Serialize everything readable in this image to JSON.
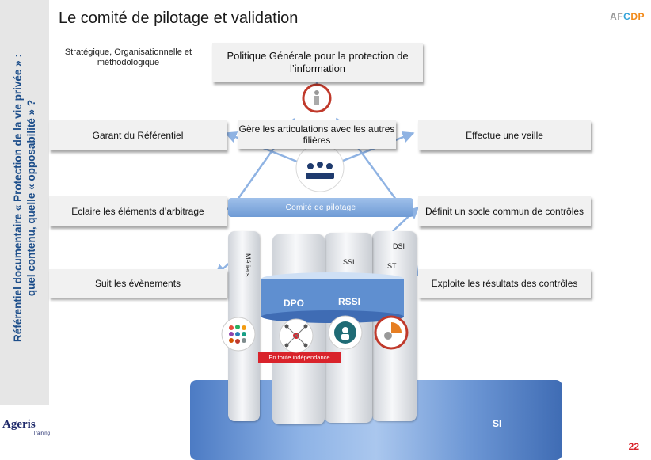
{
  "slide": {
    "title": "Le comité de pilotage et validation",
    "side_title_line1": "Référentiel documentaire « Protection de la vie privée » :",
    "side_title_line2": "quel contenu, quelle « opposabilité » ?",
    "logo_top": {
      "part1": "AF",
      "part2": "C",
      "part3": "DP"
    },
    "logo_bottom": {
      "name": "Ageris",
      "sub": "Training"
    },
    "page_number": "22"
  },
  "left_items": {
    "strategique": "Stratégique,  Organisationnelle et méthodologique",
    "garant": "Garant du Référentiel",
    "eclaire": "Eclaire les éléments d’arbitrage",
    "suit": "Suit les évènements"
  },
  "center": {
    "politique": "Politique Générale pour la protection de l’information",
    "gere": "Gère les  articulations avec les autres filières",
    "comite": "Comité de pilotage"
  },
  "right_items": {
    "veille": "Effectue une veille",
    "socle": "Définit un socle commun de contrôles",
    "exploite": "Exploite les résultats des contrôles"
  },
  "pillars": {
    "metiers": "Métiers",
    "ssi": "SSI",
    "dsi": "DSI",
    "st": "ST",
    "dpo": "DPO",
    "rssi": "RSSI",
    "independance": "En toute indépendance",
    "si": "SI"
  },
  "colors": {
    "title_blue": "#1d4e8a",
    "accent_red": "#d9232b",
    "comite_blue": "#7aa4da",
    "arrow_blue": "#8fb3e3"
  }
}
